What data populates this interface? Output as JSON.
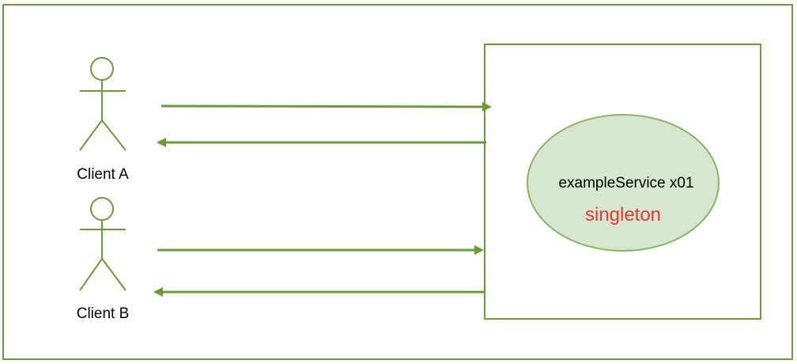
{
  "diagram": {
    "actors": [
      {
        "label": "Client A"
      },
      {
        "label": "Client B"
      }
    ],
    "service": {
      "name": "exampleService x01",
      "scope": "singleton"
    }
  },
  "colors": {
    "line": "#6a9c35",
    "ellipse_fill": "#d6e6d1",
    "scope_text": "#e53935",
    "text": "#000000"
  }
}
